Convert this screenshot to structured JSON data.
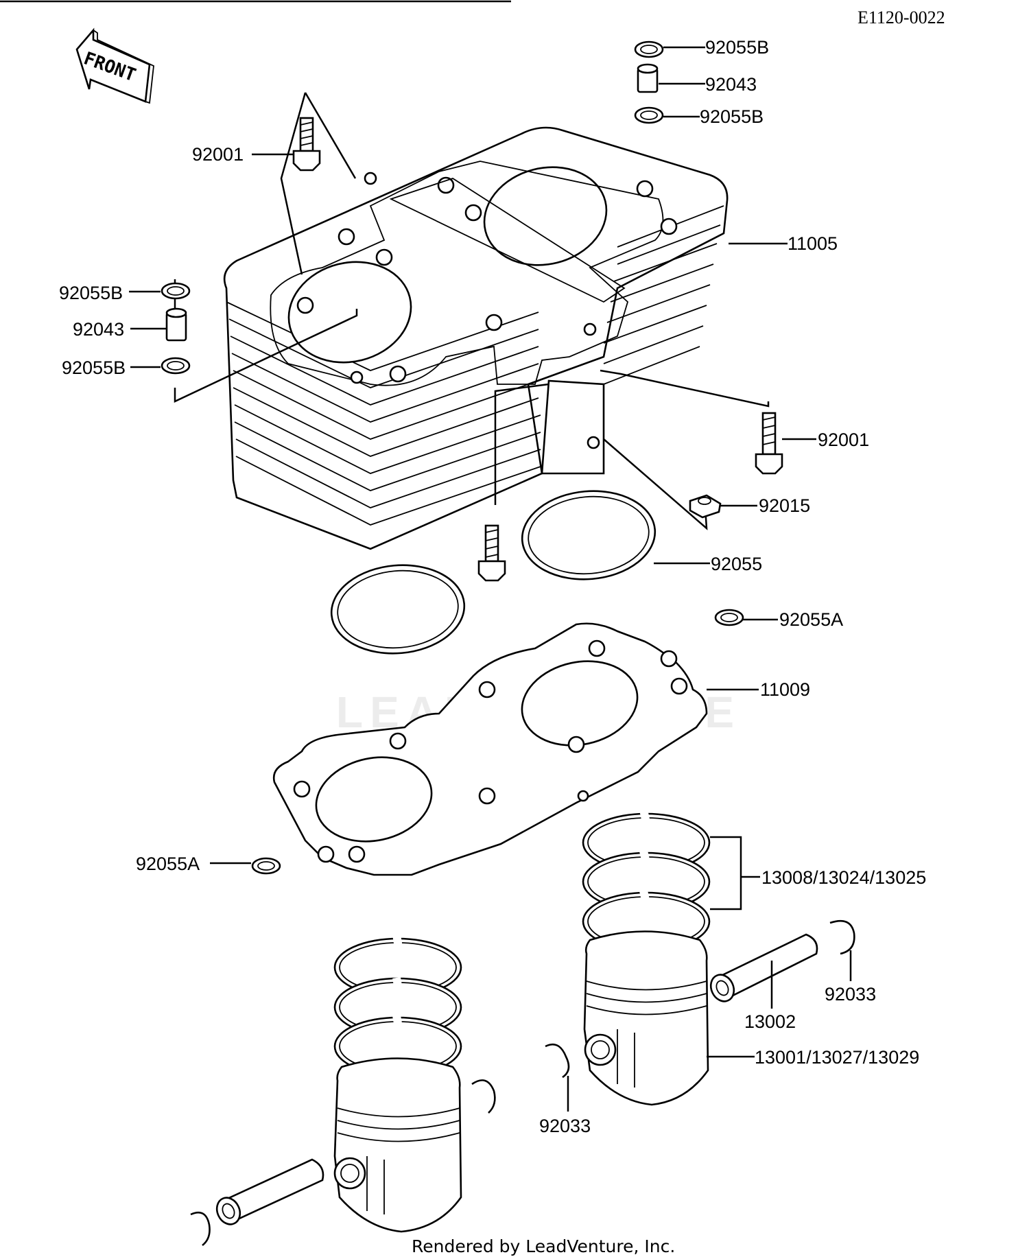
{
  "header": {
    "reference": "E1120-0022"
  },
  "front_arrow": {
    "label": "FRONT"
  },
  "watermark": {
    "text": "LEADVENTURE"
  },
  "footer": {
    "text": "Rendered by LeadVenture, Inc."
  },
  "labels": {
    "washer_b_top_1": "92055B",
    "collar_top": "92043",
    "washer_b_top_2": "92055B",
    "bolt_left": "92001",
    "cylinder": "11005",
    "washer_b_left_1": "92055B",
    "collar_left": "92043",
    "washer_b_left_2": "92055B",
    "bolt_right": "92001",
    "nut": "92015",
    "o_ring": "92055",
    "washer_a_right": "92055A",
    "gasket": "11009",
    "washer_a_left": "92055A",
    "ring_set": "13008/13024/13025",
    "circlip_right": "92033",
    "piston_pin": "13002",
    "piston": "13001/13027/13029",
    "circlip_center": "92033"
  }
}
